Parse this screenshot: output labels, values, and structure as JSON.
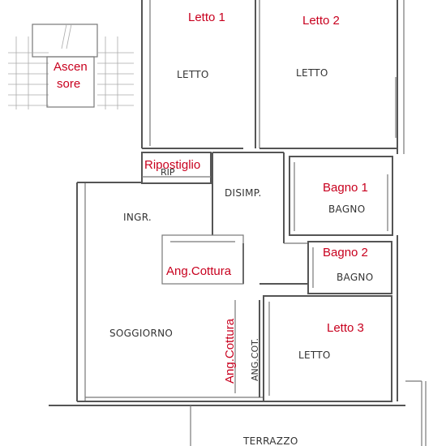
{
  "colors": {
    "background": "#ffffff",
    "wall": "#555555",
    "printed_text": "#333333",
    "annotation_red": "#c8001e",
    "stair_hatch": "#aaaaaa"
  },
  "annotations": {
    "letto1": "Letto 1",
    "letto2": "Letto 2",
    "ascensore_line1": "Ascen",
    "ascensore_line2": "sore",
    "ripostiglio": "Ripostiglio",
    "bagno1": "Bagno 1",
    "bagno2": "Bagno 2",
    "ang_cottura_h": "Ang.Cottura",
    "ang_cottura_v": "Ang.Cottura",
    "letto3": "Letto 3"
  },
  "printed_labels": {
    "letto_a": "LETTO",
    "letto_b": "LETTO",
    "rip": "RIP",
    "disimp": "DISIMP.",
    "bagno_a": "BAGNO",
    "bagno_b": "BAGNO",
    "ingr": "INGR.",
    "soggiorno": "SOGGIORNO",
    "ang_cot": "ANG.COT.",
    "letto_c": "LETTO",
    "terrazzo": "TERRAZZO"
  }
}
